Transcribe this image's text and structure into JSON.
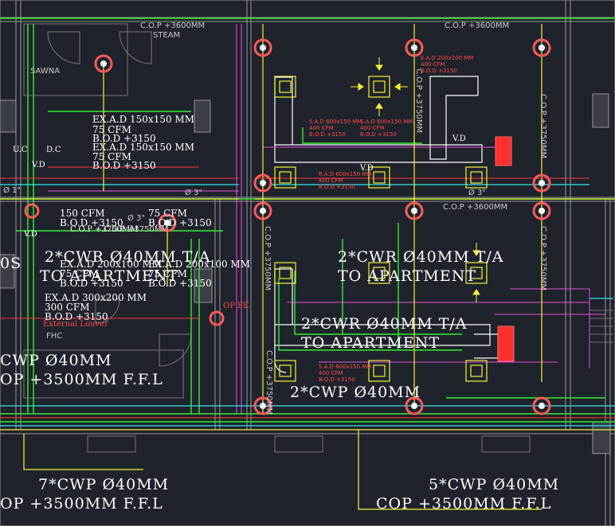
{
  "drawing": {
    "rooms": {
      "steam": "STEAM",
      "sawna": "SAWNA"
    },
    "cop_labels": {
      "top_center": "C.O.P +3600MM",
      "top_right": "C.O.P +3600MM",
      "mid_right": "C.O.P +3600MM",
      "mid_left": "C.O.P +3750MM",
      "vertical_1": "C.O.P +3750MM",
      "vertical_2": "C.O.P +3750MM",
      "vertical_3": "C.O.P +3750MM",
      "vertical_4": "C.O.P +3750MM",
      "vertical_5": "C.O.P +3750MM"
    },
    "exhaust_left": {
      "line1": "EX.A.D 150x150 MM",
      "line2": "75 CFM",
      "line3": "B.O.D +3150",
      "line4": "EX.A.D 150x150 MM",
      "line5": "75 CFM",
      "line6": "B.O.D +3150"
    },
    "exhaust_mid": {
      "a1": "150 CFM",
      "a2": "B.O.D +3150",
      "b1": "75 CFM",
      "b2": "B.O.D +3150",
      "c1": "EX.A.D 200x100 MM",
      "c2": "75 CFM",
      "c3": "B.O.D +3150",
      "d1": "EX.A.D 200x100 MM",
      "d2": "75 CFM",
      "d3": "B.O.D +3150",
      "e1": "EX.A.D 300x200 MM",
      "e2": "300 CFM",
      "e3": "B.O.D +3150"
    },
    "pipes": {
      "cwr_left_1": "2*CWR Ø40MM T/A",
      "cwr_left_2": "TO APARTMENT",
      "cwr_right_1": "2*CWR Ø40MM T/A",
      "cwr_right_2": "TO APARTMENT",
      "cwr_center_1": "2*CWR Ø40MM T/A",
      "cwr_center_2": "TO APARTMENT",
      "cwp_center": "2*CWP Ø40MM",
      "cwp_left_1": "CWP Ø40MM",
      "cwp_left_2": "OP +3500MM F.F.L",
      "cwp_bottom_left_1": "7*CWP Ø40MM",
      "cwp_bottom_left_2": "OP +3500MM F.F.L",
      "cwp_bottom_right_1": "5*CWP Ø40MM",
      "cwp_bottom_right_2": "COP +3500MM F.F.L"
    },
    "tags": {
      "vd1": "V.D",
      "vd2": "V.D",
      "vd3": "V.D",
      "vd4": "V.D",
      "dc": "D.C",
      "uc": "U.C",
      "external_louver": "External Louver",
      "fhc": "FHC",
      "op_fe": "OP FE",
      "dia1": "Ø 3\"",
      "dia2": "Ø 3\"",
      "dia3": "Ø 3\"",
      "dia4": "Ø 1\"",
      "cop_left": "C.O.P +3750MM",
      "zero_s": "0S"
    },
    "small_notes": {
      "sad1_a": "S.A.D 600x150 MM",
      "sad1_b": "400 CFM",
      "sad1_c": "B.O.D +3150",
      "sad2_a": "S.A.D 600x150 MM",
      "sad2_b": "400 CFM",
      "sad2_c": "B.O.D +3150",
      "rad1_a": "R.A.D 600x150 MM",
      "rad1_b": "400 CFM",
      "rad1_c": "B.O.D +3150",
      "sad3_a": "S.A.D 600x150 MM",
      "sad3_b": "400 CFM",
      "sad3_c": "B.O.D +3150",
      "ead1_a": "E.A.D 200x200 MM",
      "ead1_b": "400 CFM",
      "ead1_c": "B.O.D +3150"
    }
  }
}
